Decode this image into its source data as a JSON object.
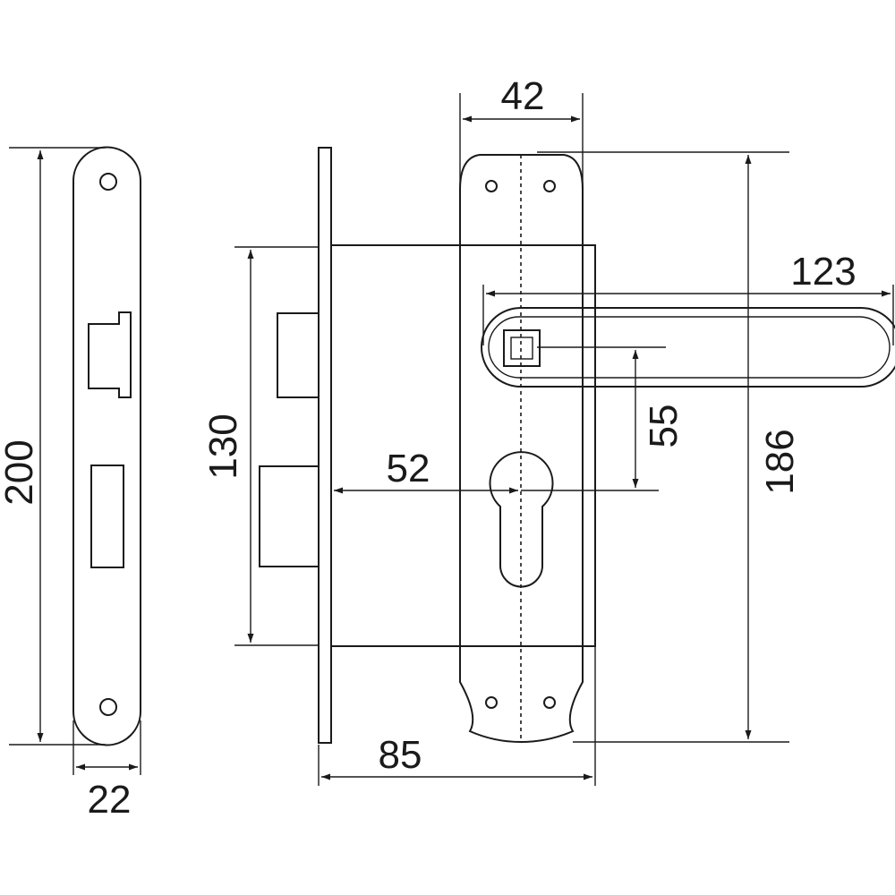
{
  "dimensions": {
    "faceplate_height": "200",
    "faceplate_width": "22",
    "lock_body_height": "130",
    "backset": "52",
    "lock_depth": "85",
    "escutcheon_width": "42",
    "handle_to_cylinder": "55",
    "escutcheon_height": "186",
    "handle_length": "123"
  },
  "colors": {
    "line": "#1a1a1a",
    "background": "#ffffff"
  }
}
